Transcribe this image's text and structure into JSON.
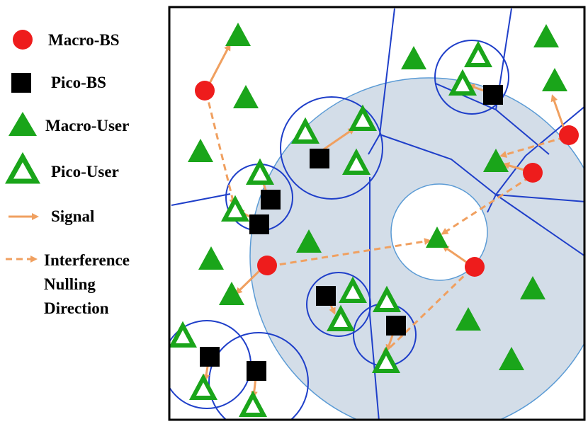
{
  "legend": [
    {
      "key": "macro_bs",
      "label": "Macro-BS"
    },
    {
      "key": "pico_bs",
      "label": "Pico-BS"
    },
    {
      "key": "macro_user",
      "label": "Macro-User"
    },
    {
      "key": "pico_user",
      "label": "Pico-User"
    },
    {
      "key": "signal",
      "label": "Signal"
    },
    {
      "key": "interference",
      "label_lines": [
        "Interference",
        "Nulling",
        "Direction"
      ]
    }
  ],
  "colors": {
    "macro_bs": "#ee1c1c",
    "pico_bs": "#000000",
    "user_green": "#1aa51a",
    "signal": "#f0a060",
    "cell_boundary": "#1f3fc9",
    "macro_coverage_fill": "#d3dde8",
    "macro_coverage_edge": "#5b9bd5"
  },
  "icons": {
    "macro_bs": "red-circle-icon",
    "pico_bs": "black-square-icon",
    "macro_user": "filled-green-triangle-icon",
    "pico_user": "hollow-green-triangle-icon",
    "signal": "solid-arrow-icon",
    "interference": "dashed-arrow-icon"
  }
}
